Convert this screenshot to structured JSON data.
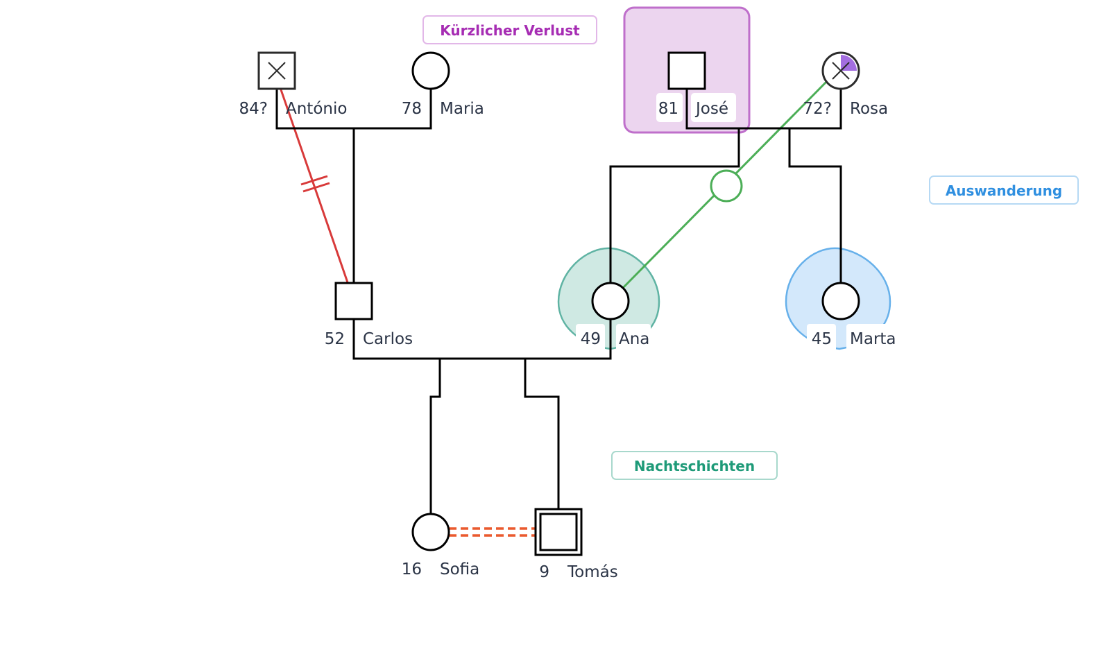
{
  "people": {
    "antonio": {
      "age": "84?",
      "name": "António"
    },
    "maria": {
      "age": "78",
      "name": "Maria"
    },
    "jose": {
      "age": "81",
      "name": "José"
    },
    "rosa": {
      "age": "72?",
      "name": "Rosa"
    },
    "carlos": {
      "age": "52",
      "name": "Carlos"
    },
    "ana": {
      "age": "49",
      "name": "Ana"
    },
    "marta": {
      "age": "45",
      "name": "Marta"
    },
    "sofia": {
      "age": "16",
      "name": "Sofia"
    },
    "tomas": {
      "age": "9",
      "name": "Tomás"
    }
  },
  "annotations": {
    "loss": "Kürzlicher Verlust",
    "emigration": "Auswanderung",
    "night_shifts": "Nachtschichten"
  },
  "colors": {
    "line": "#000000",
    "text": "#2b3446",
    "loss": "#a62cb3",
    "loss_fill": "#ecd5ef",
    "loss_border": "#bf6fcb",
    "emigration": "#2f8fe0",
    "emigration_fill": "#d3e8fb",
    "night": "#1e9a78",
    "night_fill": "#cfe9e3",
    "cutoff": "#d83a3a",
    "close": "#4cae57",
    "conflict": "#ea5a2e",
    "rosa_marker": "#a36ee0"
  },
  "icons": {
    "deceased": "x-cross-icon",
    "index_person": "double-square-icon"
  }
}
